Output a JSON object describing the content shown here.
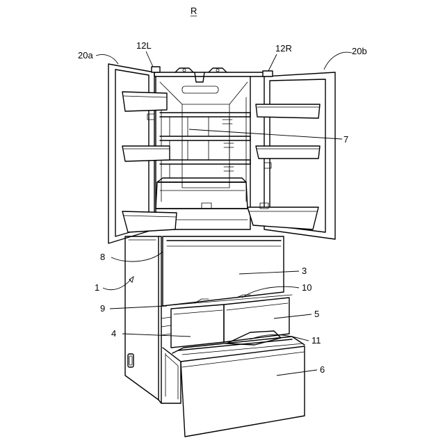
{
  "figure": {
    "title_letter": "R"
  },
  "labels": {
    "l_20a": "20a",
    "l_12L": "12L",
    "l_12R": "12R",
    "l_20b": "20b",
    "l_7": "7",
    "l_8": "8",
    "l_3": "3",
    "l_1": "1",
    "l_10": "10",
    "l_9": "9",
    "l_5": "5",
    "l_4": "4",
    "l_11": "11",
    "l_6": "6"
  }
}
